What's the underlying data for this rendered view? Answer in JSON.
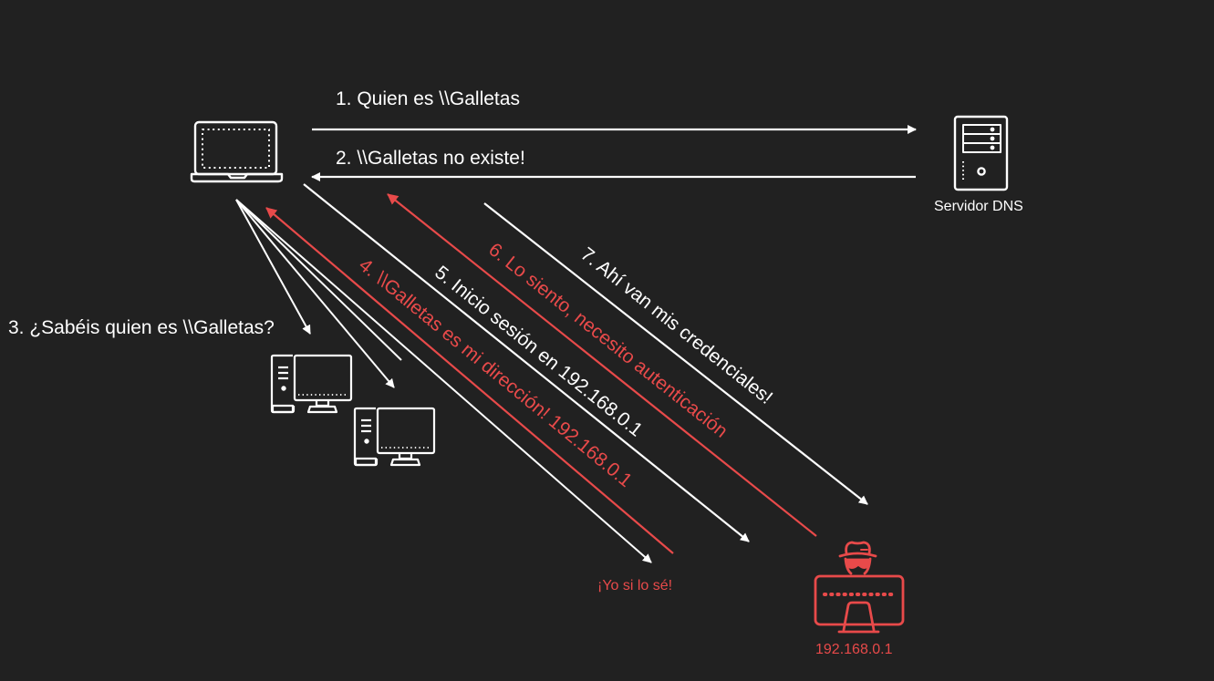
{
  "diagram": {
    "title": "",
    "colors": {
      "background": "#212121",
      "normal": "#ffffff",
      "attacker": "#e84a4a"
    },
    "nodes": {
      "client": {
        "label": "",
        "icon": "laptop-icon"
      },
      "dns_server": {
        "label": "Servidor DNS",
        "icon": "server-icon"
      },
      "peer_1": {
        "label": "",
        "icon": "desktop-computer-icon"
      },
      "peer_2": {
        "label": "",
        "icon": "desktop-computer-icon"
      },
      "attacker": {
        "label": "192.168.0.1",
        "icon": "hacker-computer-icon"
      }
    },
    "steps": [
      {
        "n": 1,
        "text": "1. Quien es \\\\Galletas",
        "from": "client",
        "to": "dns_server",
        "color": "normal"
      },
      {
        "n": 2,
        "text": "2. \\\\Galletas no existe!",
        "from": "dns_server",
        "to": "client",
        "color": "normal"
      },
      {
        "n": 3,
        "text": "3. ¿Sabéis quien es \\\\Galletas?",
        "from": "client",
        "to": "network (broadcast)",
        "color": "normal"
      },
      {
        "n": 4,
        "text": "4. \\\\Galletas  es mi dirección! 192.168.0.1",
        "from": "attacker",
        "to": "client",
        "color": "attacker"
      },
      {
        "n": 5,
        "text": "5. Inicio sesión en 192.168.0.1",
        "from": "client",
        "to": "attacker",
        "color": "normal"
      },
      {
        "n": 6,
        "text": "6. Lo siento, necesito autenticación",
        "from": "attacker",
        "to": "client",
        "color": "attacker"
      },
      {
        "n": 7,
        "text": "7. Ahí van mis credenciales!",
        "from": "client",
        "to": "attacker",
        "color": "normal"
      }
    ],
    "annotations": {
      "attacker_reply": "¡Yo si lo sé!"
    }
  }
}
